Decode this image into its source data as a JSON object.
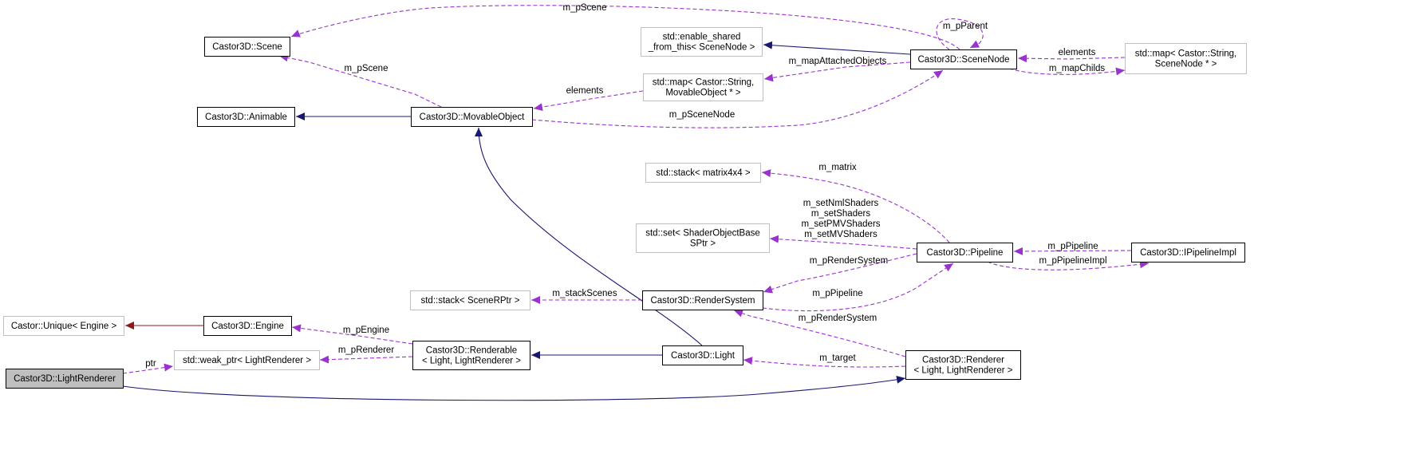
{
  "colors": {
    "inheritance": "#191970",
    "usage": "#9a32cd",
    "private_inheritance": "#8b1a1a",
    "external_border": "#bfbfbf",
    "focus_fill": "#bfbfbf"
  },
  "nodes": {
    "scene": {
      "lines": [
        "Castor3D::Scene"
      ],
      "kind": "class"
    },
    "animable": {
      "lines": [
        "Castor3D::Animable"
      ],
      "kind": "class"
    },
    "movable_object": {
      "lines": [
        "Castor3D::MovableObject"
      ],
      "kind": "class"
    },
    "enable_shared": {
      "lines": [
        "std::enable_shared",
        "_from_this< SceneNode >"
      ],
      "kind": "external"
    },
    "map_movable": {
      "lines": [
        "std::map< Castor::String,",
        "MovableObject * >"
      ],
      "kind": "external"
    },
    "scene_node": {
      "lines": [
        "Castor3D::SceneNode"
      ],
      "kind": "class"
    },
    "map_scenenode": {
      "lines": [
        "std::map< Castor::String,",
        "SceneNode * >"
      ],
      "kind": "external"
    },
    "stack_matrix": {
      "lines": [
        "std::stack< matrix4x4 >"
      ],
      "kind": "external"
    },
    "set_shader": {
      "lines": [
        "std::set< ShaderObjectBase",
        "SPtr >"
      ],
      "kind": "external"
    },
    "pipeline": {
      "lines": [
        "Castor3D::Pipeline"
      ],
      "kind": "class"
    },
    "ipipeline_impl": {
      "lines": [
        "Castor3D::IPipelineImpl"
      ],
      "kind": "class"
    },
    "stack_scene": {
      "lines": [
        "std::stack< SceneRPtr >"
      ],
      "kind": "external"
    },
    "render_system": {
      "lines": [
        "Castor3D::RenderSystem"
      ],
      "kind": "class"
    },
    "unique_engine": {
      "lines": [
        "Castor::Unique< Engine >"
      ],
      "kind": "external"
    },
    "engine": {
      "lines": [
        "Castor3D::Engine"
      ],
      "kind": "class"
    },
    "weak_ptr": {
      "lines": [
        "std::weak_ptr< LightRenderer >"
      ],
      "kind": "external"
    },
    "renderable": {
      "lines": [
        "Castor3D::Renderable",
        "< Light, LightRenderer >"
      ],
      "kind": "class"
    },
    "light": {
      "lines": [
        "Castor3D::Light"
      ],
      "kind": "class"
    },
    "renderer": {
      "lines": [
        "Castor3D::Renderer",
        "< Light, LightRenderer >"
      ],
      "kind": "class"
    },
    "light_renderer": {
      "lines": [
        "Castor3D::LightRenderer"
      ],
      "kind": "focus"
    }
  },
  "edges": [
    {
      "from": "movable_object",
      "to": "scene",
      "kind": "usage",
      "labels": [
        "m_pScene"
      ]
    },
    {
      "from": "scene_node",
      "to": "scene",
      "kind": "usage",
      "labels": [
        "m_pScene"
      ]
    },
    {
      "from": "scene_node",
      "to": "scene_node",
      "kind": "usage",
      "labels": [
        "m_pParent"
      ]
    },
    {
      "from": "scene_node",
      "to": "enable_shared",
      "kind": "inheritance",
      "labels": []
    },
    {
      "from": "scene_node",
      "to": "map_movable",
      "kind": "usage",
      "labels": [
        "m_mapAttachedObjects"
      ]
    },
    {
      "from": "map_scenenode",
      "to": "scene_node",
      "kind": "usage",
      "labels": [
        "elements"
      ]
    },
    {
      "from": "scene_node",
      "to": "map_scenenode",
      "kind": "usage",
      "labels": [
        "m_mapChilds"
      ]
    },
    {
      "from": "map_movable",
      "to": "movable_object",
      "kind": "usage",
      "labels": [
        "elements"
      ]
    },
    {
      "from": "movable_object",
      "to": "animable",
      "kind": "inheritance",
      "labels": []
    },
    {
      "from": "movable_object",
      "to": "scene_node",
      "kind": "usage",
      "labels": [
        "m_pSceneNode"
      ]
    },
    {
      "from": "light",
      "to": "movable_object",
      "kind": "inheritance",
      "labels": []
    },
    {
      "from": "pipeline",
      "to": "stack_matrix",
      "kind": "usage",
      "labels": [
        "m_matrix"
      ]
    },
    {
      "from": "pipeline",
      "to": "set_shader",
      "kind": "usage",
      "labels": [
        "m_setNmlShaders",
        "m_setShaders",
        "m_setPMVShaders",
        "m_setMVShaders"
      ]
    },
    {
      "from": "pipeline",
      "to": "render_system",
      "kind": "usage",
      "labels": [
        "m_pRenderSystem"
      ]
    },
    {
      "from": "ipipeline_impl",
      "to": "pipeline",
      "kind": "usage",
      "labels": [
        "m_pPipeline"
      ]
    },
    {
      "from": "pipeline",
      "to": "ipipeline_impl",
      "kind": "usage",
      "labels": [
        "m_pPipelineImpl"
      ]
    },
    {
      "from": "render_system",
      "to": "stack_scene",
      "kind": "usage",
      "labels": [
        "m_stackScenes"
      ]
    },
    {
      "from": "render_system",
      "to": "pipeline",
      "kind": "usage",
      "labels": [
        "m_pPipeline"
      ]
    },
    {
      "from": "renderer",
      "to": "render_system",
      "kind": "usage",
      "labels": [
        "m_pRenderSystem"
      ]
    },
    {
      "from": "engine",
      "to": "unique_engine",
      "kind": "private_inheritance",
      "labels": []
    },
    {
      "from": "renderable",
      "to": "engine",
      "kind": "usage",
      "labels": [
        "m_pEngine"
      ]
    },
    {
      "from": "renderable",
      "to": "weak_ptr",
      "kind": "usage",
      "labels": [
        "m_pRenderer"
      ]
    },
    {
      "from": "light",
      "to": "renderable",
      "kind": "inheritance",
      "labels": []
    },
    {
      "from": "renderer",
      "to": "light",
      "kind": "usage",
      "labels": [
        "m_target"
      ]
    },
    {
      "from": "light_renderer",
      "to": "weak_ptr",
      "kind": "usage",
      "labels": [
        "ptr"
      ]
    },
    {
      "from": "light_renderer",
      "to": "renderer",
      "kind": "inheritance",
      "labels": []
    }
  ]
}
